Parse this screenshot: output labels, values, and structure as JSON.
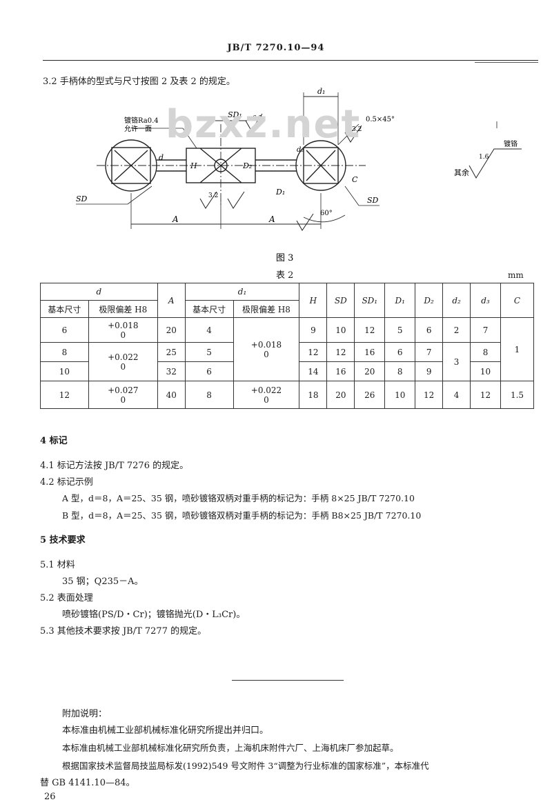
{
  "header": {
    "standard_no": "JB/T 7270.10—94"
  },
  "section_3_2": "3.2  手柄体的型式与尺寸按图 2 及表 2 的规定。",
  "watermark": "bzxz.net",
  "figure": {
    "plating_note_1": "镀铬Ra0.4",
    "plating_note_2": "允许一面",
    "chamfer": "0.5×45°",
    "roughness_all_value": "1.6",
    "roughness_all_label": "其余",
    "roughness_plated_label": "镀铬",
    "angle": "60°",
    "roughness_inner": "6.3",
    "roughness_right": "3.2",
    "roughness_bottom": "3.2",
    "dim_d1": "d₁",
    "dim_SD1": "SD₁",
    "dim_SD": "SD",
    "dim_H": "H",
    "dim_D1": "D₁",
    "dim_D2": "D₂",
    "dim_d": "d",
    "dim_d2": "d₂",
    "dim_C": "C",
    "dim_A": "A",
    "caption": "图 3"
  },
  "table": {
    "caption": "表 2",
    "unit": "mm",
    "headers": {
      "d": "d",
      "basic": "基本尺寸",
      "limit_H8": "极限偏差  H8",
      "A": "A",
      "d1": "d₁",
      "basic2": "基本尺寸",
      "limit2_H8": "极限偏差  H8",
      "H": "H",
      "SD": "SD",
      "SD1": "SD₁",
      "D1": "D₁",
      "D2": "D₂",
      "d2": "d₂",
      "d3": "d₃",
      "C": "C"
    },
    "rows": [
      {
        "d": "6",
        "d_up": "+0.018",
        "d_lo": "0",
        "A": "20",
        "d1": "4",
        "H": "9",
        "SD": "10",
        "SD1": "12",
        "D1": "5",
        "D2": "6",
        "d2": "2",
        "d3": "7"
      },
      {
        "d": "8",
        "d_up": "+0.022",
        "d_lo": "0",
        "A": "25",
        "d1": "5",
        "H": "12",
        "SD": "12",
        "SD1": "16",
        "D1": "6",
        "D2": "7",
        "d3": "8"
      },
      {
        "d": "10",
        "A": "32",
        "d1": "6",
        "H": "14",
        "SD": "16",
        "SD1": "20",
        "D1": "8",
        "D2": "9",
        "d3": "10"
      },
      {
        "d": "12",
        "d_up": "+0.027",
        "d_lo": "0",
        "A": "40",
        "d1": "8",
        "d1_up": "+0.022",
        "d1_lo": "0",
        "H": "18",
        "SD": "20",
        "SD1": "26",
        "D1": "10",
        "D2": "12",
        "d2": "4",
        "d3": "12",
        "C": "1.5"
      }
    ],
    "merged": {
      "d1_tol_up": "+0.018",
      "d1_tol_lo": "0",
      "d2_mid": "3",
      "C_top": "1"
    }
  },
  "section_4": {
    "title": "4  标记",
    "s4_1": "4.1  标记方法按 JB/T 7276 的规定。",
    "s4_2": "4.2  标记示例",
    "ex_a": "A 型，d＝8，A＝25、35 钢，喷砂镀铬双柄对重手柄的标记为：手柄 8×25   JB/T 7270.10",
    "ex_b": "B 型，d＝8，A＝25、35 钢，喷砂镀铬双柄对重手柄的标记为：手柄 B8×25   JB/T 7270.10"
  },
  "section_5": {
    "title": "5  技术要求",
    "s5_1": "5.1  材料",
    "s5_1_text": "35 钢；Q235－A。",
    "s5_2": "5.2  表面处理",
    "s5_2_text": "喷砂镀铬(PS/D・Cr)；镀铬抛光(D・L₃Cr)。",
    "s5_3": "5.3  其他技术要求按 JB/T 7277 的规定。"
  },
  "notes": {
    "title": "附加说明：",
    "line1": "本标准由机械工业部机械标准化研究所提出并归口。",
    "line2": "本标准由机械工业部机械标准化研究所负责，上海机床附件六厂、上海机床厂参加起草。",
    "line3": "根据国家技术监督局技监局标发(1992)549 号文附件 3“调整为行业标准的国家标准”，本标准代",
    "line4": "替 GB 4141.10—84。"
  },
  "page_number": "26"
}
